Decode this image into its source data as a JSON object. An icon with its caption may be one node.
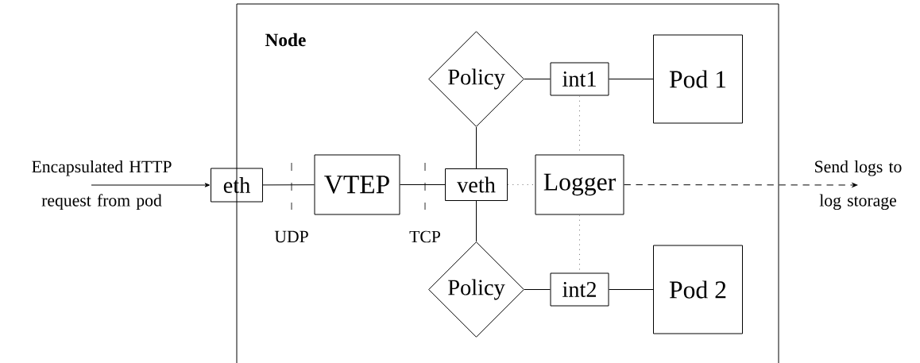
{
  "diagram": {
    "nodes": [
      {
        "text": [
          "Node"
        ]
      },
      {
        "text": [
          "eth"
        ]
      },
      {
        "text": [
          "VTEP"
        ],
        "in": 0
      },
      {
        "text": [
          "veth"
        ],
        "in": 0
      },
      {
        "text": [
          "Policy"
        ],
        "in": 0
      },
      {
        "text": [
          "int1"
        ],
        "in": 0
      },
      {
        "text": [
          "Pod 1"
        ],
        "in": 0
      },
      {
        "text": [
          "Logger"
        ],
        "in": 0
      },
      {
        "text": [
          "Policy"
        ],
        "in": 0
      },
      {
        "text": [
          "int2"
        ],
        "in": 0
      },
      {
        "text": [
          "Pod 2"
        ],
        "in": 0
      }
    ],
    "edges": [
      {
        "from": null,
        "to": 1,
        "arrow": "to",
        "label": "Encapsulated HTTP request from pod"
      },
      {
        "from": 1,
        "to": 2,
        "arrow": "none"
      },
      {
        "from": 2,
        "to": 3,
        "arrow": "none"
      },
      {
        "from": 3,
        "to": 4,
        "arrow": "none"
      },
      {
        "from": 4,
        "to": 5,
        "arrow": "none"
      },
      {
        "from": 5,
        "to": 6,
        "arrow": "none"
      },
      {
        "from": 3,
        "to": 8,
        "arrow": "none"
      },
      {
        "from": 8,
        "to": 9,
        "arrow": "none"
      },
      {
        "from": 9,
        "to": 10,
        "arrow": "none"
      },
      {
        "from": 3,
        "to": 7,
        "arrow": "none",
        "style": "dashed",
        "color": "#808080"
      },
      {
        "from": 5,
        "to": 7,
        "arrow": "none",
        "style": "dashed",
        "color": "#808080"
      },
      {
        "from": 7,
        "to": 9,
        "arrow": "none",
        "style": "dashed",
        "color": "#808080"
      },
      {
        "from": 7,
        "to": null,
        "arrow": "to",
        "style": "dashed",
        "label": "Send logs to log storage"
      }
    ],
    "labels": [
      "UDP",
      "TCP"
    ]
  }
}
